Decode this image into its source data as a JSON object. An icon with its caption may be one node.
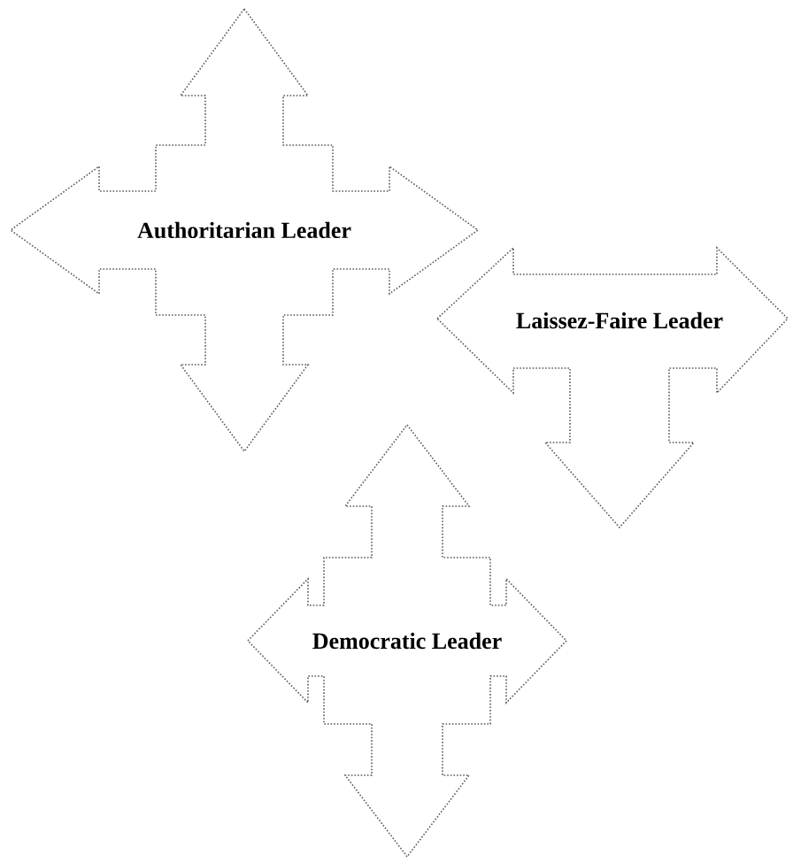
{
  "diagram": {
    "nodes": [
      {
        "text": [
          "Authoritarian Leader"
        ]
      },
      {
        "text": [
          "Laissez-Faire Leader"
        ]
      },
      {
        "text": [
          "Democratic Leader"
        ]
      }
    ]
  }
}
